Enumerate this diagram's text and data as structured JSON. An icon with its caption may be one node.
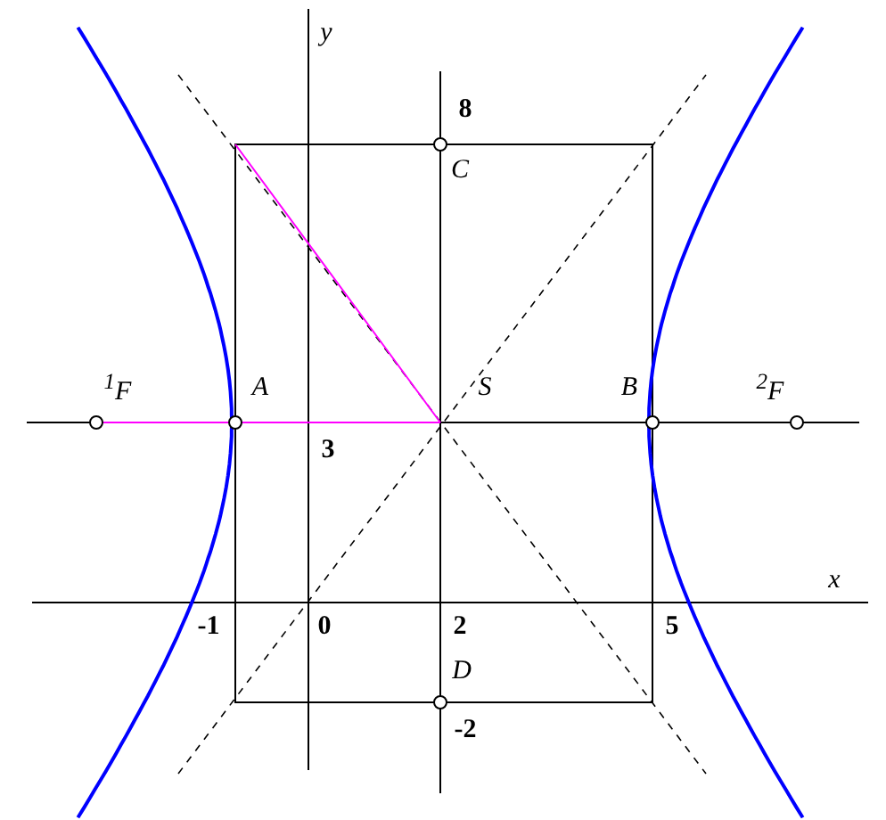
{
  "diagram": {
    "labels": [
      "y",
      "8",
      "C",
      "$^{1}$F",
      "A",
      "S",
      "B",
      "$^{2}$F",
      "3",
      "x",
      "-1",
      "0",
      "2",
      "5",
      "D",
      "-2"
    ]
  }
}
